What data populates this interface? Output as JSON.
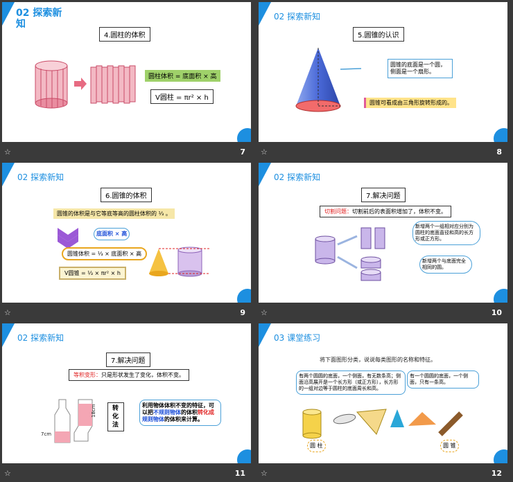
{
  "slides": [
    {
      "num": "7",
      "section": "02 探索新知",
      "title": "4.圆柱的体积",
      "formula1": "圆柱体积 = 底面积 × 高",
      "formula2": "V圆柱 = πr² × h"
    },
    {
      "num": "8",
      "section": "02 探索新知",
      "title": "5.圆锥的认识",
      "bubble": "圆锥的底面是一个圆，侧面是一个扇形。",
      "note": "圆锥可看成由三角形旋转形成的。"
    },
    {
      "num": "9",
      "section": "02 探索新知",
      "title": "6.圆锥的体积",
      "statement": "圆锥的体积是与它等底等高的圆柱体积的 ⅓ 。",
      "cloud": "底面积 × 高",
      "formula1": "圆锥体积 = ⅓ × 底面积 × 高",
      "formula2": "V圆锥 = ⅓ × πr² × h"
    },
    {
      "num": "10",
      "section": "02 探索新知",
      "title": "7.解决问题",
      "label": "切割问题：",
      "text": "切割前后的表面积增加了，体积不变。",
      "bubble1": "新增两个一组相对应分别为圆柱的底面直径和高的长方形或正方形。",
      "bubble2": "新增两个与底面完全相同的圆。"
    },
    {
      "num": "11",
      "section": "02 探索新知",
      "title": "7.解决问题",
      "label": "等积变形：",
      "text": "只是形状发生了变化，体积不变。",
      "vertical": "转化法",
      "lbl7": "7cm",
      "lbl18": "18cm",
      "bubble_a": "利用物体体积不变的特征，可以把",
      "bubble_b": "不规则物体",
      "bubble_c": "的体积",
      "bubble_d": "转化成",
      "bubble_e": "规则物体",
      "bubble_f": "的体积来计算。"
    },
    {
      "num": "12",
      "section": "03 课堂练习",
      "instruction": "将下面图形分类，说说每类图形的名称和特征。",
      "bubbleL": "有两个圆圆的底面，一个侧面，有无数条高；侧面沿高展开是一个长方形（或正方形），长方形的一组对边等于圆柱的底面周长和高。",
      "bubbleR": "有一个圆圆的底面，一个侧面，只有一条高。",
      "tag1": "圆 柱",
      "tag2": "圆 锥"
    }
  ],
  "footer_icon": "star-outline-icon",
  "colors": {
    "accent": "#1d8fe0",
    "green": "#9fd16a",
    "cone": "#4a69d8",
    "cylinder": "#b9a0d8"
  }
}
